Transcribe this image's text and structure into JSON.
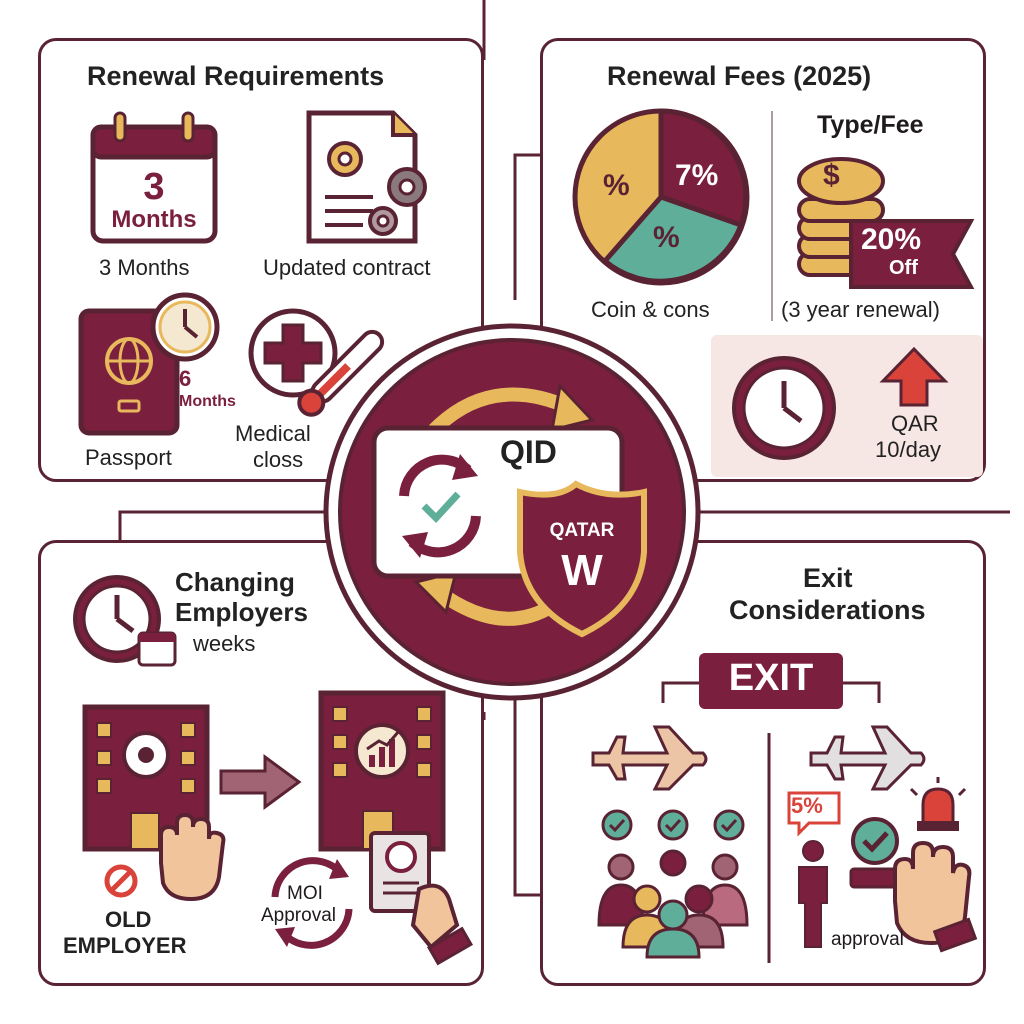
{
  "renewal_requirements": {
    "title": "Renewal Requirements",
    "calendar_number": "3",
    "calendar_word": "Months",
    "calendar_label": "3 Months",
    "contract_label": "Updated contract",
    "passport_months_number": "6",
    "passport_months_word": "Months",
    "passport_label": "Passport",
    "medical_label_line1": "Medical",
    "medical_label_line2": "closs"
  },
  "renewal_fees": {
    "title": "Renewal Fees (2025)",
    "pie_labels": [
      "%",
      "7%",
      "%"
    ],
    "pie_caption": "Coin & cons",
    "type_fee_heading": "Type/Fee",
    "coin_symbol": "$",
    "discount_value": "20%",
    "discount_word": "Off",
    "discount_caption": "(3 year renewal)",
    "late_fee_line1": "QAR",
    "late_fee_line2": "10/day"
  },
  "center": {
    "card_title": "QID",
    "shield_top": "QATAR",
    "shield_letter": "W"
  },
  "changing_employers": {
    "title_line1": "Changing",
    "title_line2": "Employers",
    "weeks_label": "weeks",
    "moi_line1": "MOI",
    "moi_line2": "Approval",
    "old_employer_line1": "OLD",
    "old_employer_line2": "EMPLOYER"
  },
  "exit_considerations": {
    "title_line1": "Exit",
    "title_line2": "Considerations",
    "exit_sign": "EXIT",
    "percent_badge": "5%",
    "approval_label": "approval"
  },
  "colors": {
    "maroon": "#7a1f3d",
    "dark_maroon": "#5a2333",
    "gold": "#e8b85c",
    "teal": "#5fae9a",
    "red": "#d9433a",
    "skin": "#f2c49b"
  }
}
